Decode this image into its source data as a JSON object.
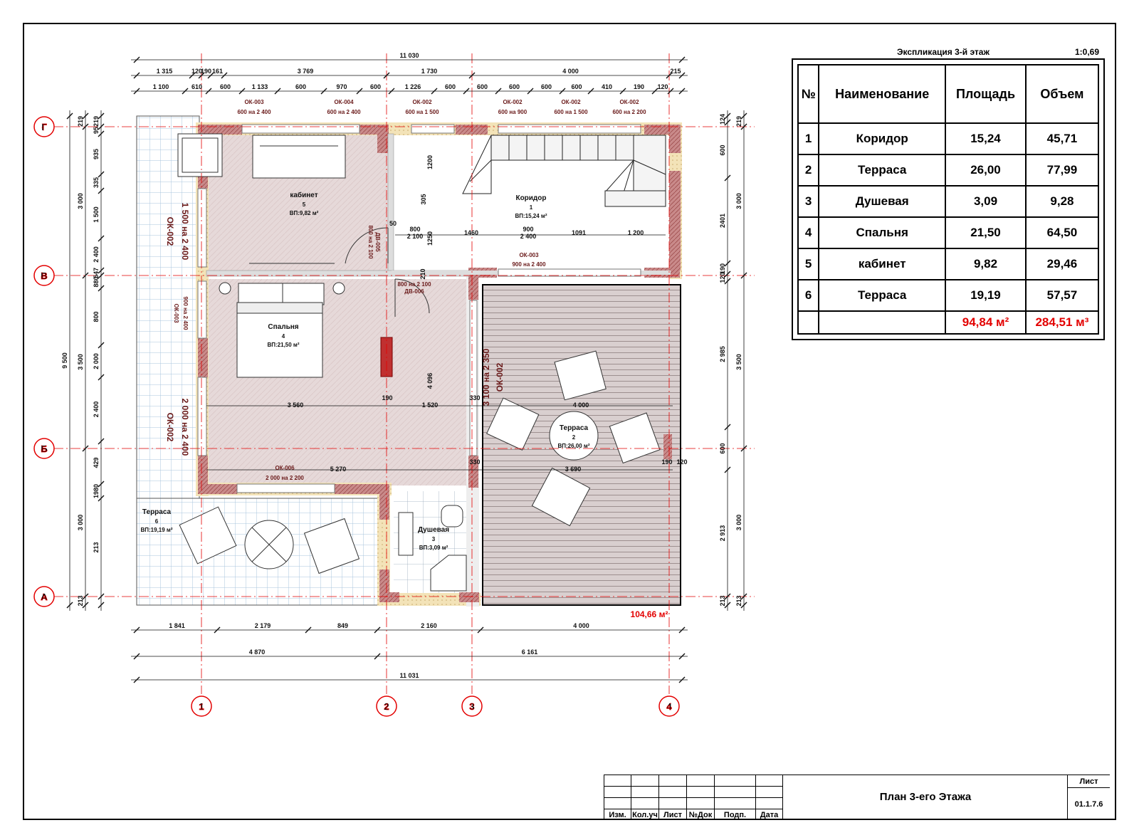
{
  "explication": {
    "caption": "Экспликация 3-й этаж",
    "scale": "1:0,69",
    "headers": [
      "№",
      "Наименование",
      "Площадь",
      "Объем"
    ],
    "rows": [
      [
        "1",
        "Коридор",
        "15,24",
        "45,71"
      ],
      [
        "2",
        "Терраса",
        "26,00",
        "77,99"
      ],
      [
        "3",
        "Душевая",
        "3,09",
        "9,28"
      ],
      [
        "4",
        "Спальня",
        "21,50",
        "64,50"
      ],
      [
        "5",
        "кабинет",
        "9,82",
        "29,46"
      ],
      [
        "6",
        "Терраса",
        "19,19",
        "57,57"
      ]
    ],
    "total_area": "94,84 м²",
    "total_volume": "284,51 м³"
  },
  "rooms": {
    "r1": {
      "name": "Коридор",
      "num": "1",
      "area": "ВП:15,24 м²"
    },
    "r2": {
      "name": "Терраса",
      "num": "2",
      "area": "ВП:26,00 м²"
    },
    "r3": {
      "name": "Душевая",
      "num": "3",
      "area": "ВП:3,09 м²"
    },
    "r4": {
      "name": "Спальня",
      "num": "4",
      "area": "ВП:21,50 м²"
    },
    "r5": {
      "name": "кабинет",
      "num": "5",
      "area": "ВП:9,82 м²"
    },
    "r6": {
      "name": "Терраса",
      "num": "6",
      "area": "ВП:19,19 м²"
    }
  },
  "total_floor_area": "104,66 м²",
  "axes": {
    "rows": [
      "Г",
      "В",
      "Б",
      "А"
    ],
    "cols": [
      "1",
      "2",
      "3",
      "4"
    ]
  },
  "dims_top": {
    "overall": "11 030",
    "row2": [
      "1 315",
      "120",
      "190",
      "161",
      "3 769",
      "1 730",
      "4 000",
      "215"
    ],
    "row3": [
      "1 100",
      "610",
      "600",
      "1 133",
      "600",
      "970",
      "600",
      "1 226",
      "600",
      "600",
      "600",
      "600",
      "600",
      "410",
      "190",
      "120"
    ]
  },
  "dims_bottom": {
    "row1": [
      "1 841",
      "2 179",
      "849",
      "2 160",
      "4 000"
    ],
    "row2": [
      "4 870",
      "6 161"
    ],
    "row3": "11 031"
  },
  "dims_left": {
    "overall": "9 500",
    "col2": [
      "219",
      "3 000",
      "3 500",
      "3 000",
      "213"
    ],
    "col3": [
      "219",
      "95",
      "935",
      "335",
      "1 500",
      "2 400",
      "547",
      "880",
      "800",
      "2 000",
      "2 400",
      "429",
      "1980",
      "213"
    ]
  },
  "dims_right": {
    "col1": [
      "124",
      "600",
      "2401",
      "190",
      "120",
      "2 985",
      "600",
      "2 913",
      "213"
    ],
    "col2": [
      "219",
      "3 000",
      "3 500",
      "3 000",
      "213"
    ]
  },
  "dims_inner": [
    "1200",
    "305",
    "50",
    "800",
    "2 100",
    "1250",
    "1460",
    "900",
    "2 400",
    "1091",
    "1 200",
    "210",
    "3 560",
    "190",
    "1 520",
    "4 096",
    "330",
    "4 000",
    "5 270",
    "330",
    "3 690",
    "190",
    "120"
  ],
  "openings": {
    "top": [
      {
        "code": "ОК-003",
        "size": "600 на 2 400"
      },
      {
        "code": "ОК-004",
        "size": "600 на 2 400"
      },
      {
        "code": "ОК-002",
        "size": "600 на 1 500"
      },
      {
        "code": "ОК-002",
        "size": "600 на 900"
      },
      {
        "code": "ОК-002",
        "size": "600 на 1 500"
      },
      {
        "code": "ОК-002",
        "size": "600 на 2 200"
      }
    ],
    "corr": {
      "code": "ОК-003",
      "size": "900 на 2 400"
    },
    "door1": {
      "code": "ДВ-005",
      "size": "800 на 2 100"
    },
    "door2": {
      "code": "ДВ-006",
      "size": "800 на 2 100"
    },
    "left1": {
      "code": "ОК-002",
      "size": "1 500 на 2 400"
    },
    "left2": {
      "code": "ОК-003",
      "size": "900 на 2 400"
    },
    "left3": {
      "code": "ОК-002",
      "size": "2 000 на 2 400"
    },
    "mid": {
      "code": "ОК-002",
      "size": "3 100 на 2 350"
    },
    "bottom": {
      "code": "ОК-006",
      "size": "2 000 на 2 200"
    }
  },
  "title_block": {
    "labels": [
      "Изм.",
      "Кол.уч",
      "Лист",
      "№Док",
      "Подп.",
      "Дата"
    ],
    "sheet_title": "План 3-его Этажа",
    "sheet_label": "Лист",
    "sheet_code": "01.1.7.6"
  },
  "colors": {
    "wall": "#c98a8a",
    "wall_core": "#b35f5f",
    "insulation": "#f3e3b8",
    "room_fill": "#e8dcdc",
    "terrace_grid": "#a9c4de",
    "deck": "#c9bcbc",
    "axis_red": "#e30000",
    "accent_red": "#e30000"
  }
}
